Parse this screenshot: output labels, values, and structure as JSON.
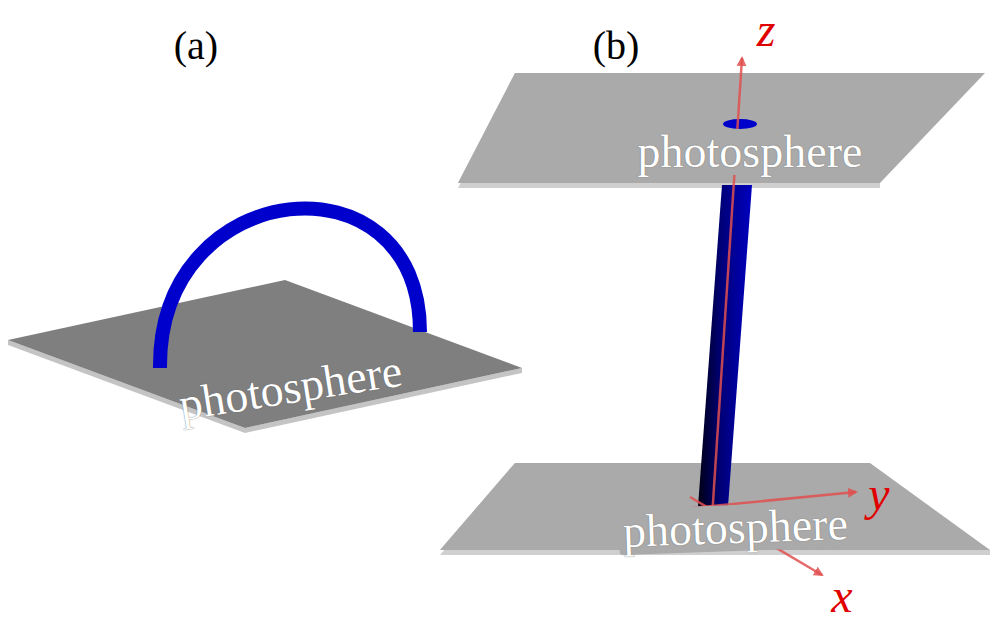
{
  "diagram": {
    "nodes": [
      {
        "text": [
          "photosphere"
        ]
      },
      {
        "text": [
          "photosphere"
        ]
      },
      {
        "text": [
          "photosphere"
        ]
      }
    ],
    "labels": [
      "(a)",
      "(b)",
      "z",
      "y",
      "x"
    ]
  }
}
